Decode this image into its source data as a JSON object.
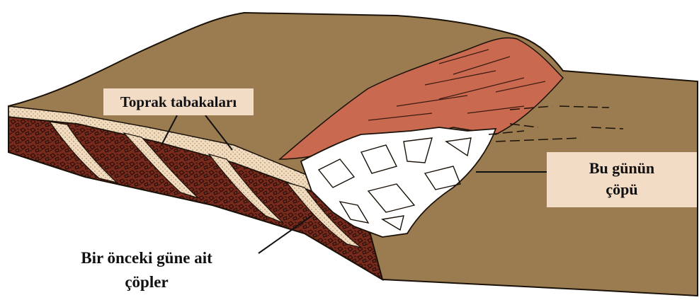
{
  "labels": {
    "soil_layers": "Toprak tabakaları",
    "todays_waste_line1": "Bu günün",
    "todays_waste_line2": "çöpü",
    "previous_waste_line1": "Bir önceki güne ait",
    "previous_waste_line2": "çöpler"
  },
  "colors": {
    "soil_cover": "#9b7b50",
    "soil_dark": "#7d5e38",
    "waste_cell_red": "#c96a50",
    "buried_waste": "#7a2a1c",
    "soil_layer_band": "#f2dcc0",
    "label_background": "#f3dcc6",
    "fresh_waste": "#ffffff"
  }
}
